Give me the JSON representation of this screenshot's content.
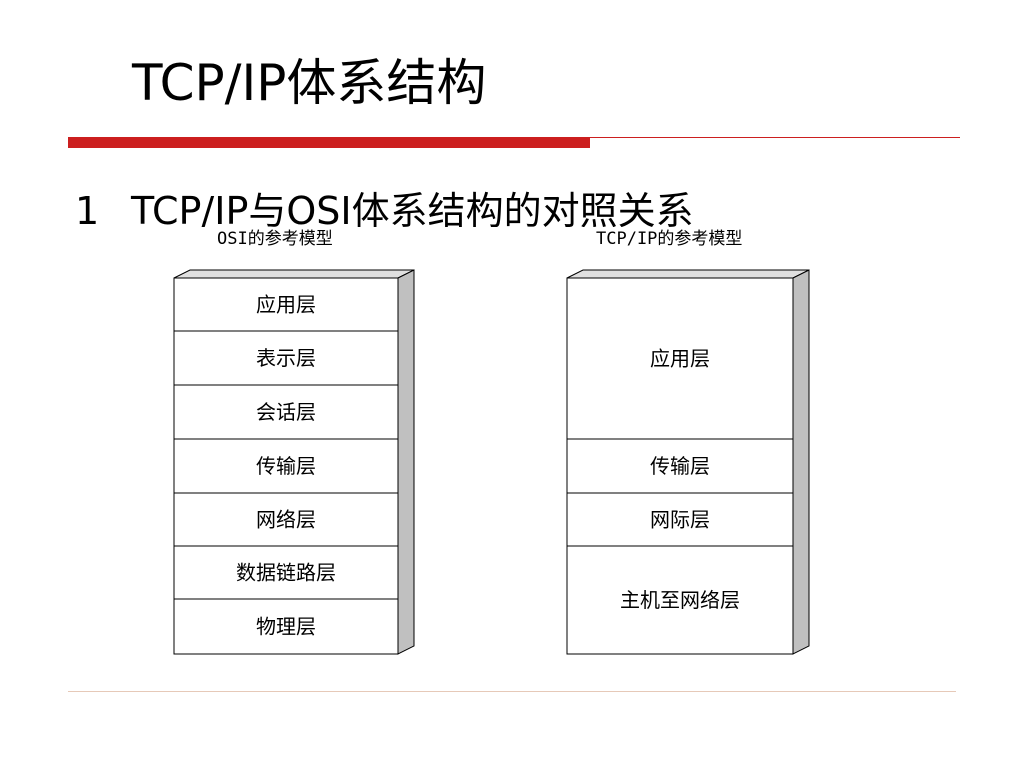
{
  "slide": {
    "title": "TCP/IP体系结构",
    "bullet_number": "1",
    "bullet_text": "TCP/IP与OSI体系结构的对照关系"
  },
  "diagram": {
    "osi": {
      "caption": "OSI的参考模型",
      "layers": [
        "应用层",
        "表示层",
        "会话层",
        "传输层",
        "网络层",
        "数据链路层",
        "物理层"
      ]
    },
    "tcpip": {
      "caption": "TCP/IP的参考模型",
      "layers": [
        "应用层",
        "传输层",
        "网际层",
        "主机至网络层"
      ]
    }
  },
  "colors": {
    "accent_red": "#cc1f1f",
    "footer_line": "#e6c9b8",
    "box_side_shade": "#c0c0c0",
    "box_top_shade": "#e0e0e0"
  }
}
